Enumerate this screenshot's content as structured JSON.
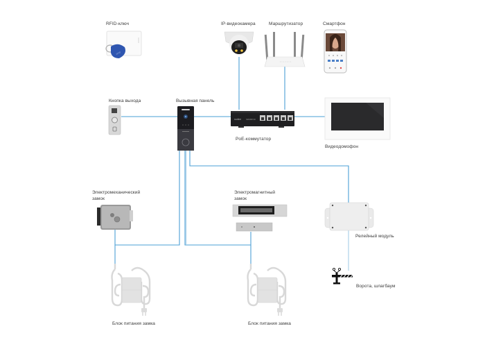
{
  "diagram": {
    "title": "Схема подключения видеодомофона",
    "wire_color": "#4a9fd4",
    "wire_color_light": "#a5cde8",
    "devices": {
      "rfid": {
        "label": "RFID-ключ"
      },
      "ip_camera": {
        "label": "IP-видеокамера"
      },
      "router": {
        "label": "Маршрутизатор"
      },
      "smartphone": {
        "label": "Смартфон"
      },
      "exit_button": {
        "label": "Кнопка выхода"
      },
      "call_panel": {
        "label": "Вызывная панель"
      },
      "poe_switch": {
        "label": "PoE-коммутатор"
      },
      "videophone": {
        "label": "Видеодомофон"
      },
      "electromech_lock": {
        "label_line1": "Электромеханический",
        "label_line2": "замок"
      },
      "electromag_lock": {
        "label_line1": "Электромагнитный",
        "label_line2": "замок"
      },
      "relay_module": {
        "label": "Релейный модуль"
      },
      "gate": {
        "label": "Ворота, шлагбаум"
      },
      "psu_1": {
        "label": "Блок питания замка"
      },
      "psu_2": {
        "label": "Блок питания замка"
      }
    },
    "connections": [
      {
        "from": "ip_camera",
        "to": "poe_switch"
      },
      {
        "from": "router",
        "to": "poe_switch"
      },
      {
        "from": "exit_button",
        "to": "call_panel"
      },
      {
        "from": "call_panel",
        "to": "poe_switch"
      },
      {
        "from": "poe_switch",
        "to": "videophone"
      },
      {
        "from": "call_panel",
        "to": "electromech_lock"
      },
      {
        "from": "call_panel",
        "to": "electromag_lock"
      },
      {
        "from": "call_panel",
        "to": "relay_module"
      },
      {
        "from": "electromech_lock",
        "to": "psu_1"
      },
      {
        "from": "electromag_lock",
        "to": "psu_2"
      },
      {
        "from": "relay_module",
        "to": "gate"
      }
    ]
  }
}
